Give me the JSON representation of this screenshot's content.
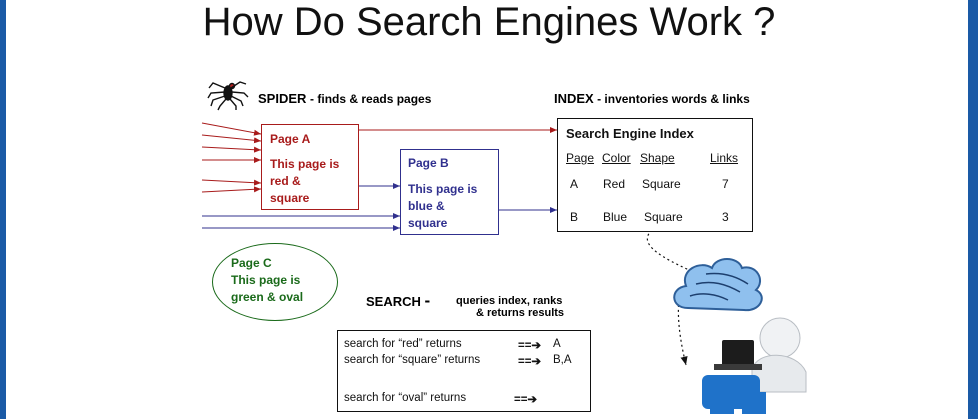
{
  "title": "How Do Search Engines Work ?",
  "spider": {
    "label": "SPIDER",
    "desc": "- finds & reads pages"
  },
  "index": {
    "label": "INDEX",
    "desc": " - inventories words & links"
  },
  "pages": {
    "a": {
      "name": "Page A",
      "text": [
        "This page is",
        "red &",
        "square"
      ]
    },
    "b": {
      "name": "Page B",
      "text": [
        "This page is",
        "blue &",
        "square"
      ]
    },
    "c": {
      "name": "Page C",
      "text": [
        "This page is",
        "green & oval"
      ]
    }
  },
  "index_table": {
    "title": "Search Engine Index",
    "headers": [
      "Page",
      "Color",
      "Shape",
      "Links"
    ],
    "rows": [
      [
        "A",
        "Red",
        "Square",
        "7"
      ],
      [
        "B",
        "Blue",
        "Square",
        "3"
      ]
    ]
  },
  "search": {
    "label": "SEARCH",
    "dash": "-",
    "desc_line1": "queries index, ranks",
    "desc_line2": "& returns results",
    "queries": [
      {
        "text": "search for “red” returns",
        "arrow": "==➔",
        "result": "A"
      },
      {
        "text": "search for “square” returns",
        "arrow": "==➔",
        "result": "B,A"
      },
      {
        "text": "search for “oval” returns",
        "arrow": "==➔",
        "result": ""
      }
    ]
  },
  "colors": {
    "frame": "#1a5aa6",
    "red": "#a81b1b",
    "blue": "#30308e",
    "green": "#1a6a1a"
  }
}
